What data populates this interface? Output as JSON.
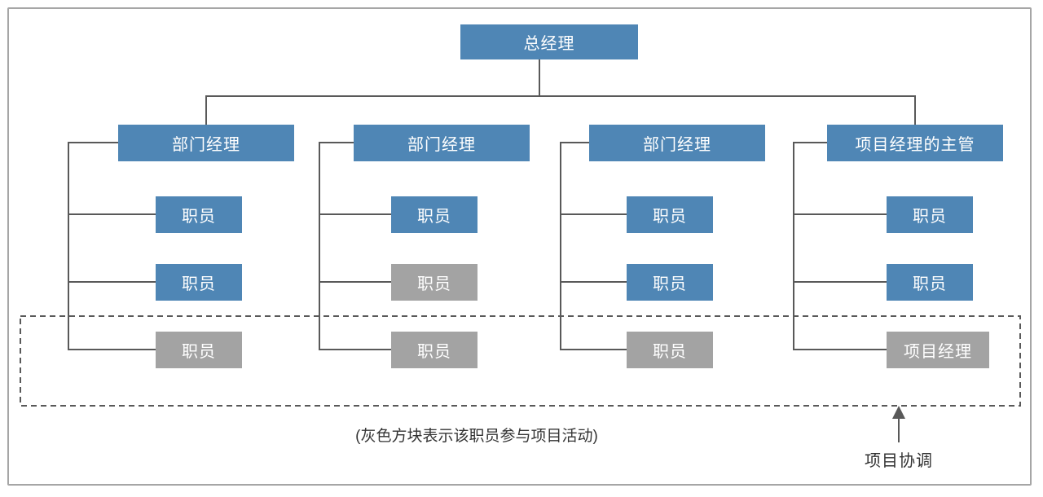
{
  "diagram": {
    "root": {
      "label": "总经理"
    },
    "columns": [
      {
        "manager": {
          "label": "部门经理"
        },
        "staff": [
          {
            "label": "职员",
            "variant": "blue"
          },
          {
            "label": "职员",
            "variant": "blue"
          },
          {
            "label": "职员",
            "variant": "gray"
          }
        ]
      },
      {
        "manager": {
          "label": "部门经理"
        },
        "staff": [
          {
            "label": "职员",
            "variant": "blue"
          },
          {
            "label": "职员",
            "variant": "gray"
          },
          {
            "label": "职员",
            "variant": "gray"
          }
        ]
      },
      {
        "manager": {
          "label": "部门经理"
        },
        "staff": [
          {
            "label": "职员",
            "variant": "blue"
          },
          {
            "label": "职员",
            "variant": "blue"
          },
          {
            "label": "职员",
            "variant": "gray"
          }
        ]
      },
      {
        "manager": {
          "label": "项目经理的主管"
        },
        "staff": [
          {
            "label": "职员",
            "variant": "blue"
          },
          {
            "label": "职员",
            "variant": "blue"
          },
          {
            "label": "项目经理",
            "variant": "gray"
          }
        ]
      }
    ],
    "caption": "(灰色方块表示该职员参与项目活动)",
    "coordination_label": "项目协调"
  },
  "icons": {
    "coordination_arrow": "up-arrow"
  },
  "colors": {
    "blue": "#4F86B5",
    "gray": "#A3A3A3",
    "line": "#595959",
    "border": "#A6A6A6",
    "text_light": "#FFFFFF",
    "text_dark": "#333333"
  }
}
